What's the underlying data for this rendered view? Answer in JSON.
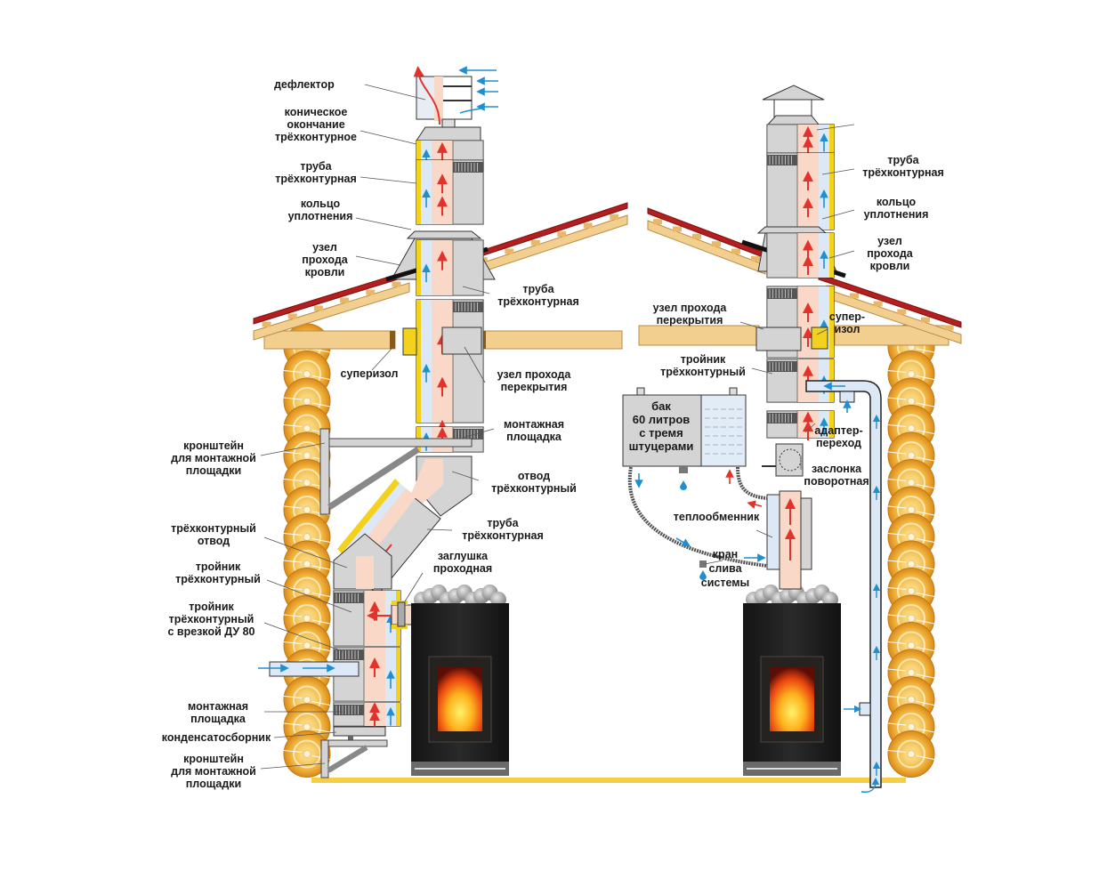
{
  "title": "Схема установки трёхконтурного дымохода для бани",
  "colors": {
    "smoke_channel": "#f9d8c8",
    "air_channel": "#dce8f6",
    "insulation": "#f2d21c",
    "steel": "#d4d4d4",
    "wood": "#f3cf8f",
    "roof_tile": "#b31f1f",
    "hot_arrow": "#e3322b",
    "cold_arrow": "#1f8fd0",
    "log": "#f1b23a",
    "floor": "#f4cf45",
    "stove": "#1c1c1c"
  },
  "left_system": {
    "labels": [
      {
        "id": "deflector",
        "text": "дефлектор"
      },
      {
        "id": "conical_end",
        "text": "коническое\nокончание\nтрёхконтурное"
      },
      {
        "id": "pipe_top",
        "text": "труба\nтрёхконтурная"
      },
      {
        "id": "seal_ring",
        "text": "кольцо\nуплотнения"
      },
      {
        "id": "roof_pass",
        "text": "узел\nпрохода\nкровли"
      },
      {
        "id": "pipe_mid",
        "text": "труба\nтрёхконтурная"
      },
      {
        "id": "superizol",
        "text": "суперизол"
      },
      {
        "id": "ceiling_pass",
        "text": "узел прохода\nперекрытия"
      },
      {
        "id": "mount_platform_top",
        "text": "монтажная\nплощадка"
      },
      {
        "id": "bracket_top",
        "text": "кронштейн\nдля монтажной\nплощадки"
      },
      {
        "id": "elbow_right",
        "text": "отвод\nтрёхконтурный"
      },
      {
        "id": "pipe_diag",
        "text": "труба\nтрёхконтурная"
      },
      {
        "id": "elbow_left",
        "text": "трёхконтурный\nотвод"
      },
      {
        "id": "plug",
        "text": "заглушка\nпроходная"
      },
      {
        "id": "tee",
        "text": "тройник\nтрёхконтурный"
      },
      {
        "id": "tee_du80",
        "text": "тройник\nтрёхконтурный\nс врезкой ДУ 80"
      },
      {
        "id": "mount_platform_bottom",
        "text": "монтажная\nплощадка"
      },
      {
        "id": "condensate",
        "text": "конденсатосборник"
      },
      {
        "id": "bracket_bottom",
        "text": "кронштейн\nдля монтажной\nплощадки"
      }
    ]
  },
  "right_system": {
    "labels": [
      {
        "id": "pipe_top",
        "text": "труба\nтрёхконтурная"
      },
      {
        "id": "seal_ring",
        "text": "кольцо\nуплотнения"
      },
      {
        "id": "roof_pass",
        "text": "узел\nпрохода\nкровли"
      },
      {
        "id": "ceiling_pass",
        "text": "узел прохода\nперекрытия"
      },
      {
        "id": "superizol",
        "text": "супер-\nизол"
      },
      {
        "id": "tee",
        "text": "тройник\nтрёхконтурный"
      },
      {
        "id": "adapter",
        "text": "адаптер-\nпереход"
      },
      {
        "id": "damper",
        "text": "заслонка\nповоротная"
      },
      {
        "id": "heat_exchanger",
        "text": "теплообменник"
      },
      {
        "id": "drain_valve",
        "text": "кран\nслива\nсистемы"
      }
    ],
    "tank_label": "бак\n60 литров\nс тремя\nштуцерами"
  }
}
